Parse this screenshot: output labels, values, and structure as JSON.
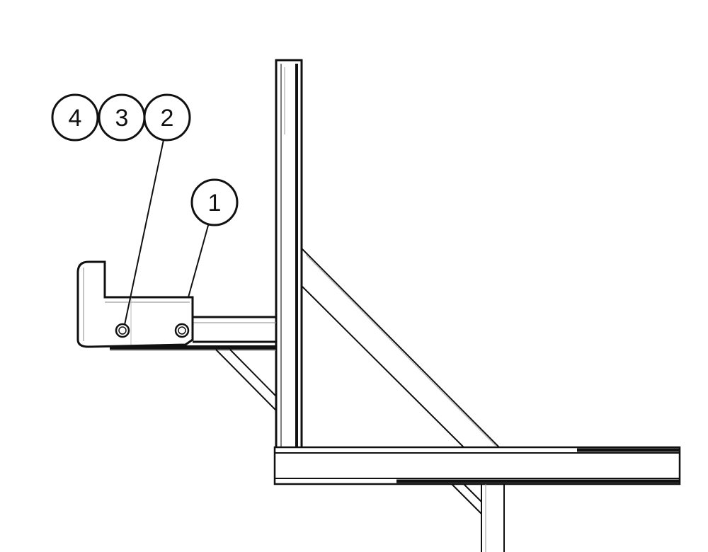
{
  "callouts": [
    {
      "id": "balloon-4",
      "label": "4"
    },
    {
      "id": "balloon-3",
      "label": "3"
    },
    {
      "id": "balloon-2",
      "label": "2"
    },
    {
      "id": "balloon-1",
      "label": "1"
    }
  ]
}
